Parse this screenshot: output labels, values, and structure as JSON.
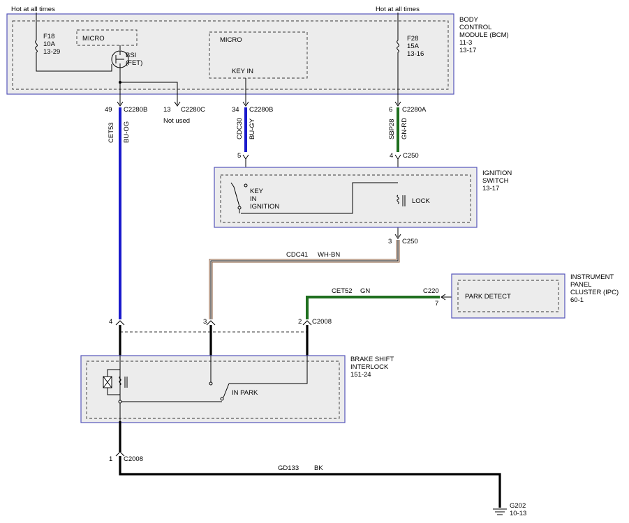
{
  "top_labels": {
    "hot_left": "Hot at all times",
    "hot_right": "Hot at all times"
  },
  "bcm": {
    "name": [
      "BODY",
      "CONTROL",
      "MODULE (BCM)",
      "11-3",
      "13-17"
    ]
  },
  "fuse_f18": [
    "F18",
    "10A",
    "13-29"
  ],
  "fuse_f28": [
    "F28",
    "15A",
    "13-16"
  ],
  "micro_left": "MICRO",
  "bsi": [
    "BSI",
    "(FET)"
  ],
  "micro_center": "MICRO",
  "key_in": "KEY IN",
  "pins": {
    "p49": "49",
    "c2280b_1": "C2280B",
    "p13": "13",
    "c2280c": "C2280C",
    "not_used": "Not used",
    "p34": "34",
    "c2280b_2": "C2280B",
    "p6": "6",
    "c2280a": "C2280A",
    "p5": "5",
    "p4_ign": "4",
    "c250_a": "C250",
    "p3_ign": "3",
    "c250_b": "C250",
    "c220": "C220",
    "p7": "7",
    "p4": "4",
    "p3": "3",
    "p2": "2",
    "c2008_a": "C2008",
    "p1": "1",
    "c2008_b": "C2008"
  },
  "wires": {
    "cet53": "CET53",
    "bu_og": "BU-OG",
    "cdc30": "CDC30",
    "bu_gy": "BU-GY",
    "sbp28": "SBP28",
    "gn_rd": "GN-RD",
    "cdc41": "CDC41",
    "wh_bn": "WH-BN",
    "cet52": "CET52",
    "gn": "GN",
    "gd133": "GD133",
    "bk": "BK"
  },
  "ignition": {
    "name": [
      "IGNITION",
      "SWITCH",
      "13-17"
    ],
    "key": [
      "KEY",
      "IN",
      "IGNITION"
    ],
    "lock": "LOCK"
  },
  "ipc": {
    "name": [
      "INSTRUMENT",
      "PANEL",
      "CLUSTER (IPC)",
      "60-1"
    ],
    "park_detect": "PARK DETECT"
  },
  "bsi_module": {
    "name": [
      "BRAKE SHIFT",
      "INTERLOCK",
      "151-24"
    ],
    "in_park": "IN PARK"
  },
  "ground": [
    "G202",
    "10-13"
  ],
  "colors": {
    "blue": "#1a1acc",
    "green": "#1f6f1f",
    "wh_bn": "#8a5a3a",
    "box_border": "#5555bb",
    "box_fill": "#ececec"
  }
}
